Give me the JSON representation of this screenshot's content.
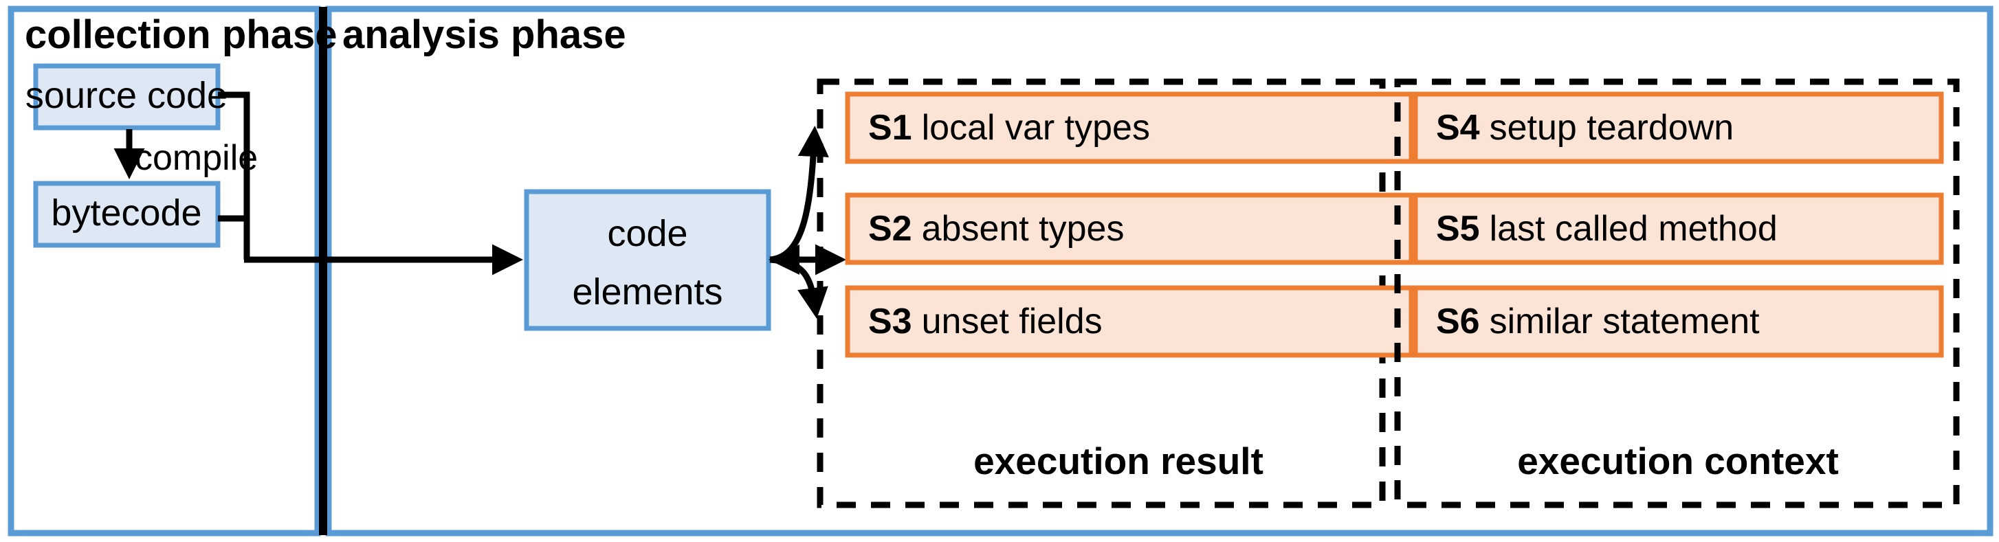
{
  "diagram": {
    "title": "two-phase test analysis workflow",
    "colors": {
      "panel_border": "#5b9bd5",
      "node_fill": "#dee8f4",
      "node_border": "#5b9bd5",
      "strategy_fill": "#fbe3d6",
      "strategy_border": "#ed7d31",
      "group_border": "#000000",
      "arrow": "#000000",
      "background": "#ffffff"
    },
    "phases": [
      {
        "id": "collection",
        "title": "collection phase",
        "nodes": [
          {
            "id": "source-code",
            "label": "source code"
          },
          {
            "id": "bytecode",
            "label": "bytecode"
          }
        ],
        "edges": [
          {
            "id": "compile",
            "label": "compile",
            "from": "source code",
            "to": "bytecode"
          }
        ]
      },
      {
        "id": "analysis",
        "title": "analysis phase",
        "groups": [
          {
            "id": "execution-result",
            "label": "execution result",
            "strategies": [
              {
                "code": "S1",
                "name": "local var types"
              },
              {
                "code": "S2",
                "name": "absent types"
              },
              {
                "code": "S3",
                "name": "unset fields"
              }
            ]
          },
          {
            "id": "execution-context",
            "label": "execution context",
            "strategies": [
              {
                "code": "S4",
                "name": "setup teardown"
              },
              {
                "code": "S5",
                "name": "last called method"
              },
              {
                "code": "S6",
                "name": "similar statement"
              }
            ]
          }
        ]
      }
    ],
    "shared_nodes": [
      {
        "id": "code-elements",
        "label_line1": "code",
        "label_line2": "elements"
      }
    ]
  }
}
